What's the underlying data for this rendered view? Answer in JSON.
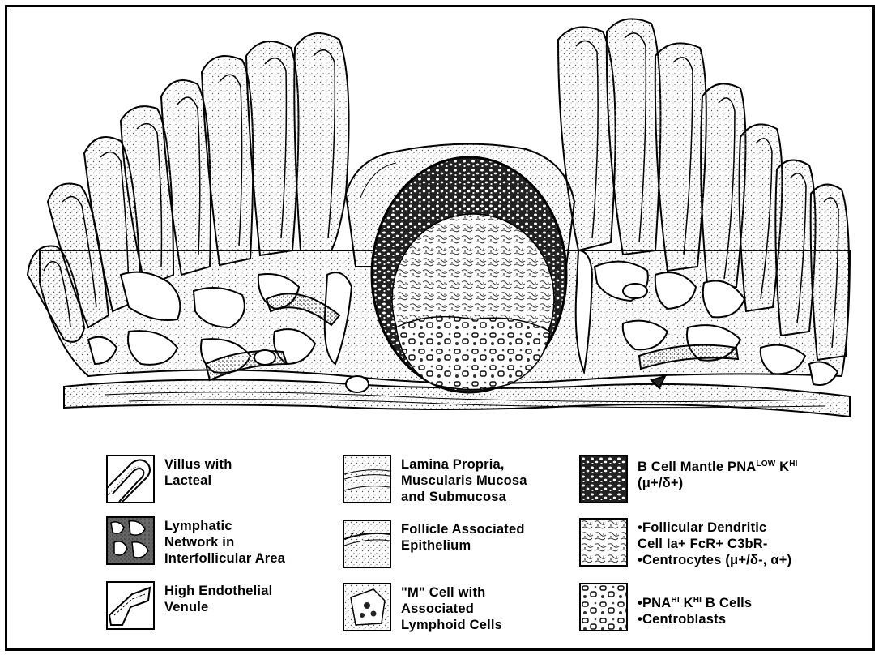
{
  "legend": [
    {
      "key": "villus",
      "icon": "villus-lacteal-icon",
      "lines": [
        "Villus with",
        "Lacteal"
      ]
    },
    {
      "key": "lymphatic",
      "icon": "lymphatic-network-icon",
      "lines": [
        "Lymphatic",
        "Network in",
        "Interfollicular Area"
      ]
    },
    {
      "key": "hev",
      "icon": "endothelial-venule-icon",
      "lines": [
        "High Endothelial",
        "Venule"
      ]
    },
    {
      "key": "lamina",
      "icon": "lamina-propria-icon",
      "lines": [
        "Lamina Propria,",
        "Muscularis Mucosa",
        "and Submucosa"
      ]
    },
    {
      "key": "fae",
      "icon": "follicle-epithelium-icon",
      "lines": [
        "Follicle Associated",
        "Epithelium"
      ]
    },
    {
      "key": "mcell",
      "icon": "m-cell-icon",
      "lines": [
        "\"M\" Cell with",
        "Associated",
        "Lymphoid Cells"
      ]
    },
    {
      "key": "mantle",
      "icon": "b-cell-mantle-icon",
      "line1": {
        "a": "B Cell Mantle PNA",
        "sup1": "LOW",
        "b": " K",
        "sup2": "HI"
      },
      "line2": "(μ+/δ+)"
    },
    {
      "key": "fdc",
      "icon": "follicular-dendritic-icon",
      "lines": [
        "•Follicular Dendritic",
        "Cell Ia+ FcR+ C3bR-",
        "•Centrocytes  (μ+/δ-, α+)"
      ]
    },
    {
      "key": "pna",
      "icon": "pna-b-cells-icon",
      "line1": {
        "a": "•PNA",
        "sup1": "HI",
        "b": " K",
        "sup2": "HI",
        "c": " B Cells"
      },
      "line2": "•Centroblasts"
    }
  ],
  "colors": {
    "ink": "#000000",
    "paper": "#ffffff",
    "stipple": "#555555"
  }
}
